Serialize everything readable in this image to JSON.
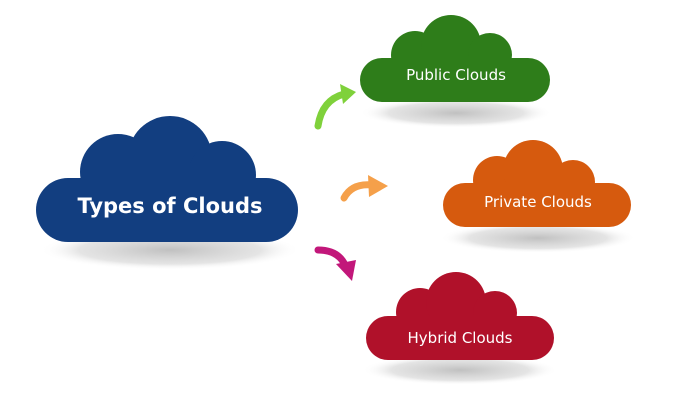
{
  "main_cloud": {
    "label": "Types of Clouds",
    "color": "#123E80"
  },
  "clouds": [
    {
      "label": "Public Clouds",
      "color": "#2E7D1A",
      "arrow_color": "#7FD13B"
    },
    {
      "label": "Private Clouds",
      "color": "#D65A0E",
      "arrow_color": "#F5A04A"
    },
    {
      "label": "Hybrid Clouds",
      "color": "#B0112A",
      "arrow_color": "#C2177A"
    }
  ]
}
